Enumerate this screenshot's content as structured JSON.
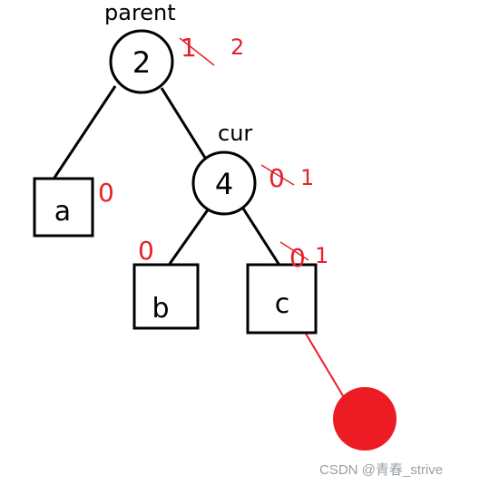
{
  "labels": {
    "parent": "parent",
    "cur": "cur"
  },
  "nodes": {
    "root": "2",
    "cur": "4"
  },
  "leaves": {
    "a": "a",
    "b": "b",
    "c": "c"
  },
  "balance_factors": {
    "root_old": "1",
    "root_new": "2",
    "a": "0",
    "cur_old": "0",
    "cur_new": "1",
    "b": "0",
    "c_old": "0",
    "c_new": "1"
  },
  "watermark": "CSDN @青春_strive",
  "colors": {
    "ink": "#000000",
    "annotation": "#e8202a",
    "new_node": "#ed1c24",
    "watermark": "#9aa0a6"
  }
}
